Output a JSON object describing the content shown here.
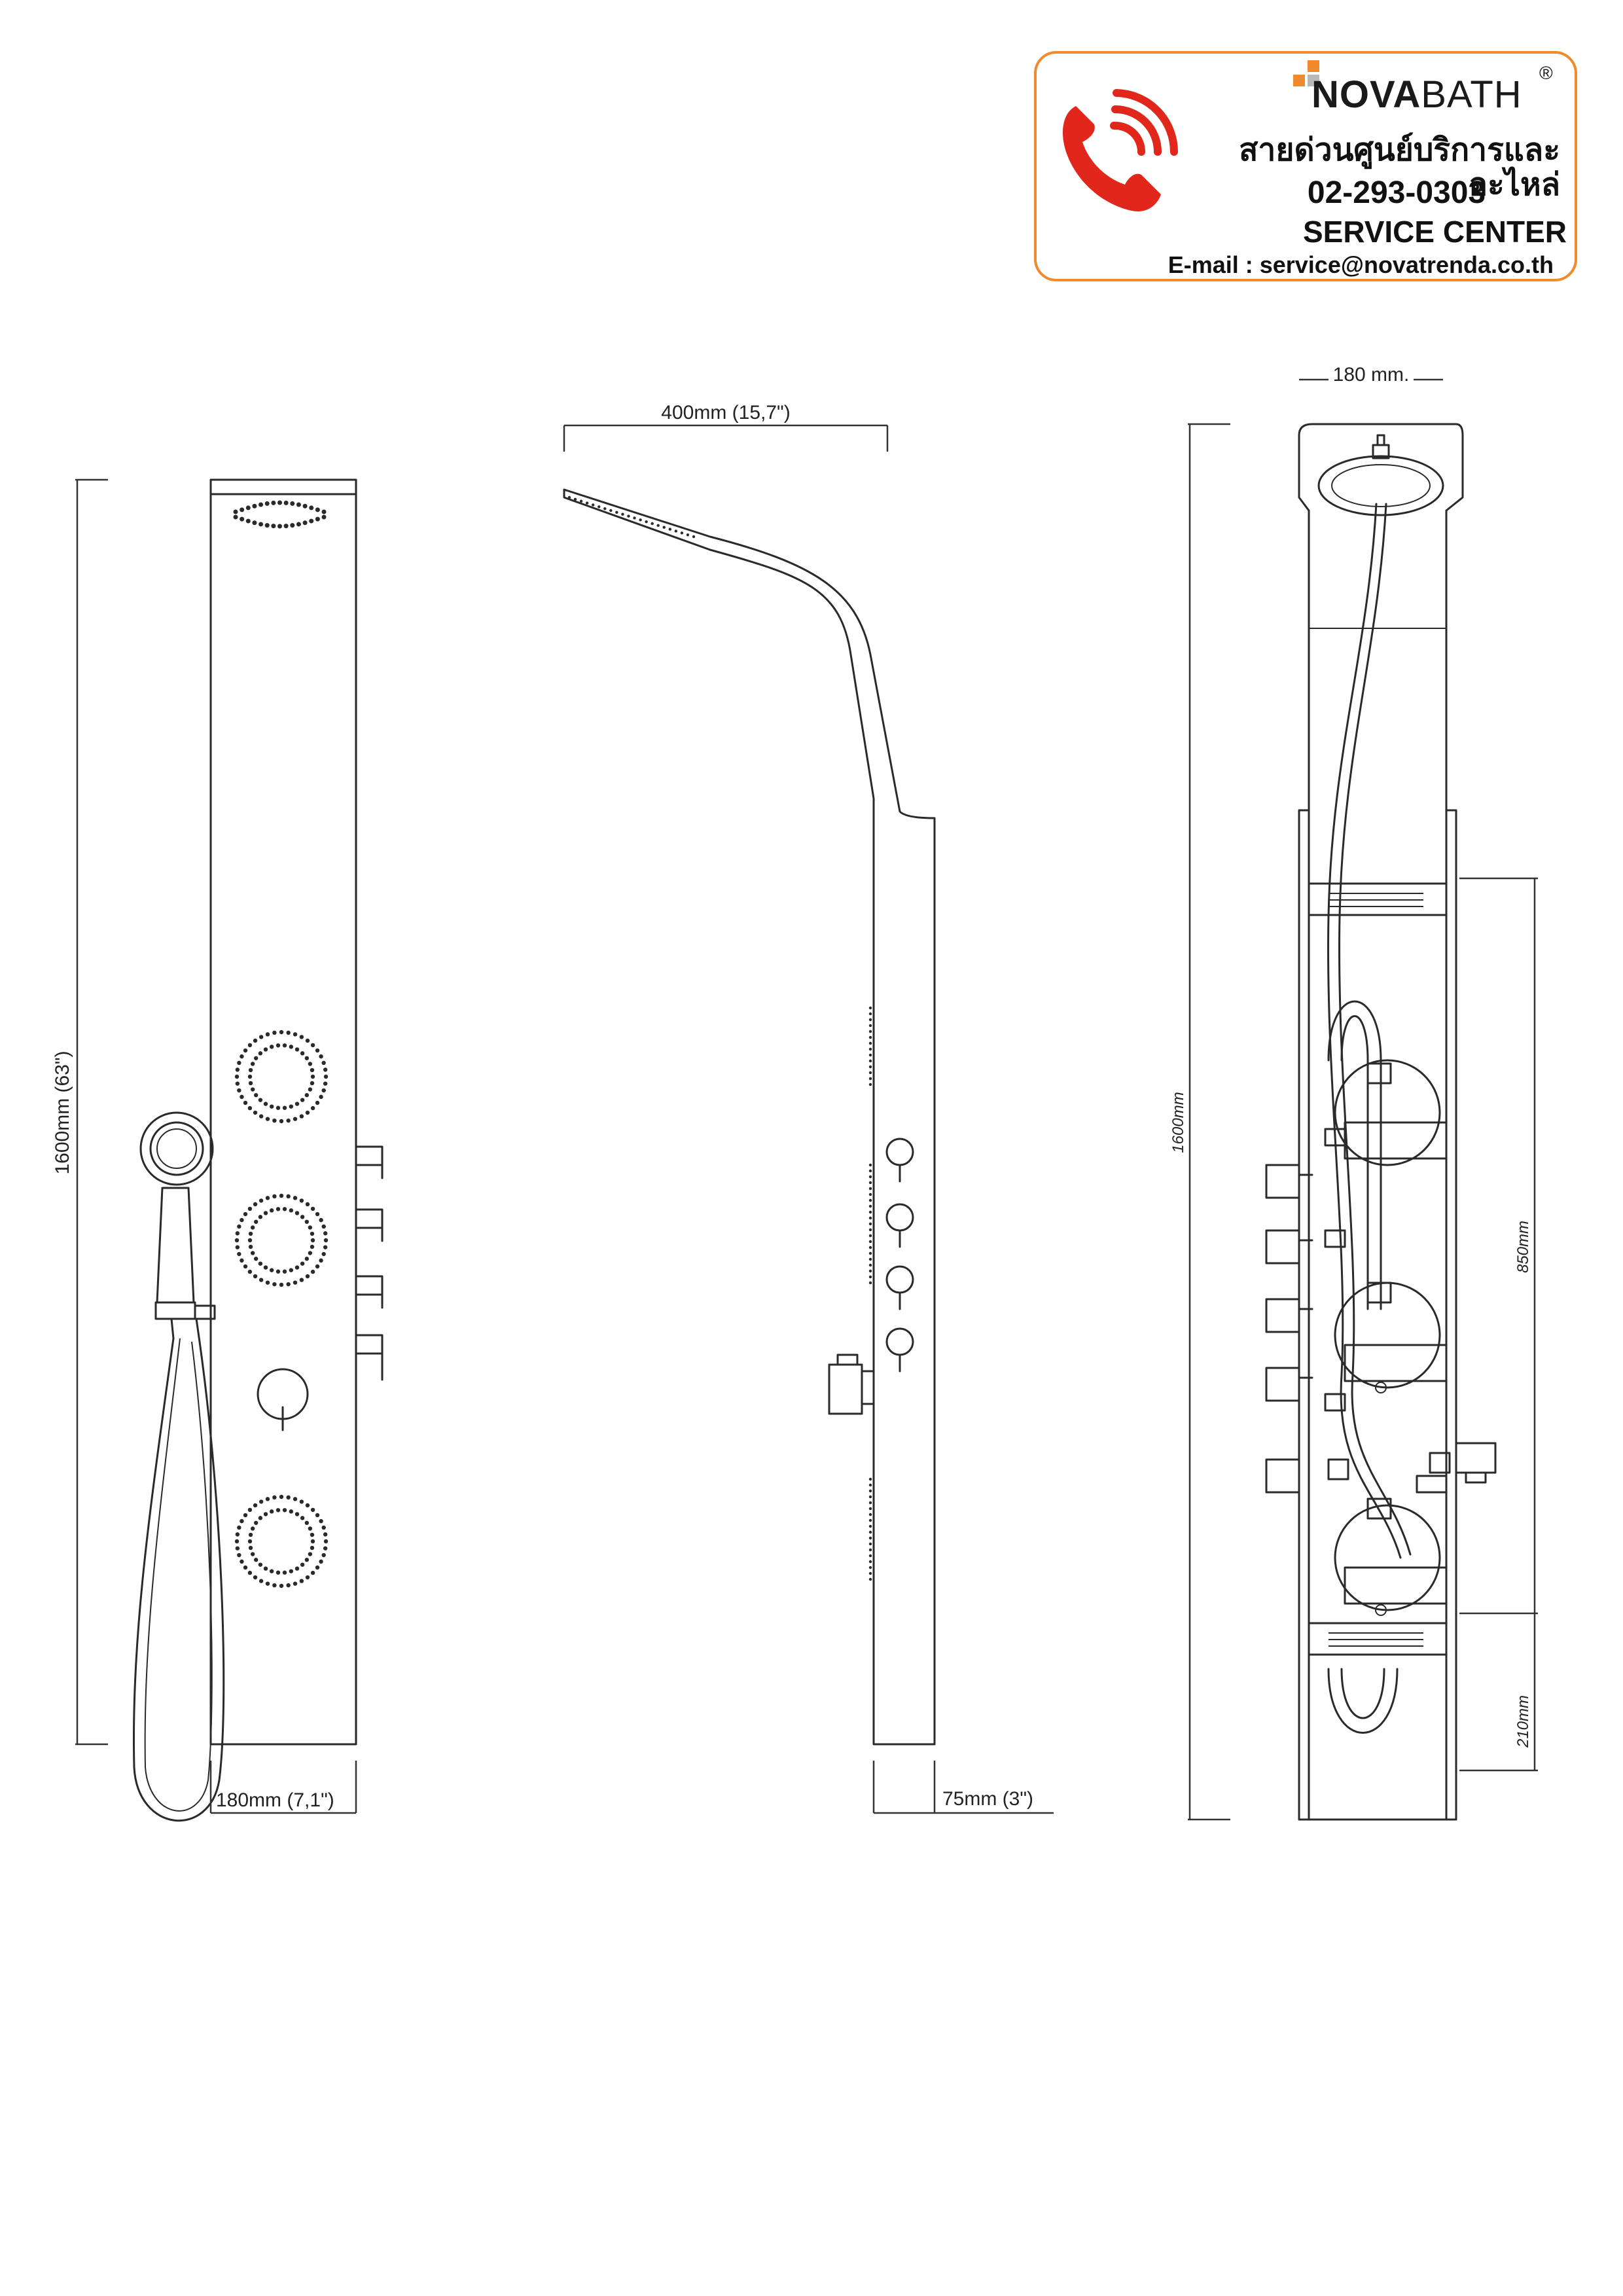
{
  "service_card": {
    "brand": "NOVABATH",
    "brand_bold": "NOVA",
    "brand_light": "BATH",
    "registered": "®",
    "hotline_th": "สายด่วนศูนย์บริการและอะไหล่",
    "hotline_number": "02-293-0303",
    "title": "SERVICE CENTER",
    "email": "E-mail : service@novatrenda.co.th"
  },
  "dimensions": {
    "front_height": "1600mm (63\")",
    "front_width": "180mm (7,1\")",
    "side_head_length": "400mm (15,7\")",
    "side_depth": "75mm (3\")",
    "back_width": "180 mm.",
    "back_height": "1600mm",
    "back_upper": "850mm",
    "back_lower": "210mm"
  },
  "colors": {
    "accent_orange": "#f08a2c",
    "phone_red": "#e1261c",
    "line": "#2a2a2a"
  }
}
